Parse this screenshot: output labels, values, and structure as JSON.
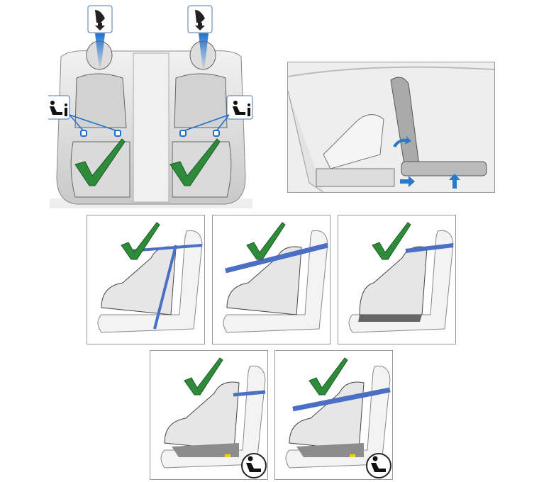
{
  "colors": {
    "check": "#2e8b3a",
    "belt": "#4a6fc4",
    "isofix_marker": "#1f6fc9",
    "anchor_cone": "#2a78c8",
    "seat_fill": "#e6e6e6",
    "outline": "#555555",
    "base_gray": "#8c8c8c",
    "latch_yellow": "#f2d21b"
  },
  "rear_seat": {
    "icons": [
      "top-tether-anchor-icon",
      "top-tether-anchor-icon",
      "isofix-info-icon",
      "isofix-info-icon"
    ],
    "seats_approved": [
      true,
      true
    ],
    "isofix_markers_per_seat": 2
  },
  "seat_adjust": {
    "icons": [
      "seatback-recline-arrow-icon",
      "seat-forward-arrow-icon",
      "seat-up-arrow-icon"
    ]
  },
  "installations": [
    {
      "approved": true,
      "belt": "lap-and-shoulder",
      "icon": "check-icon"
    },
    {
      "approved": true,
      "belt": "lap-belt-forward",
      "icon": "check-icon"
    },
    {
      "approved": true,
      "belt": "shoulder-booster",
      "icon": "check-icon"
    },
    {
      "approved": true,
      "belt": "top-tether",
      "icon": "check-icon",
      "badge": "isofix-child-seat-icon"
    },
    {
      "approved": true,
      "belt": "top-tether-forward",
      "icon": "check-icon",
      "badge": "isofix-child-seat-icon"
    }
  ]
}
